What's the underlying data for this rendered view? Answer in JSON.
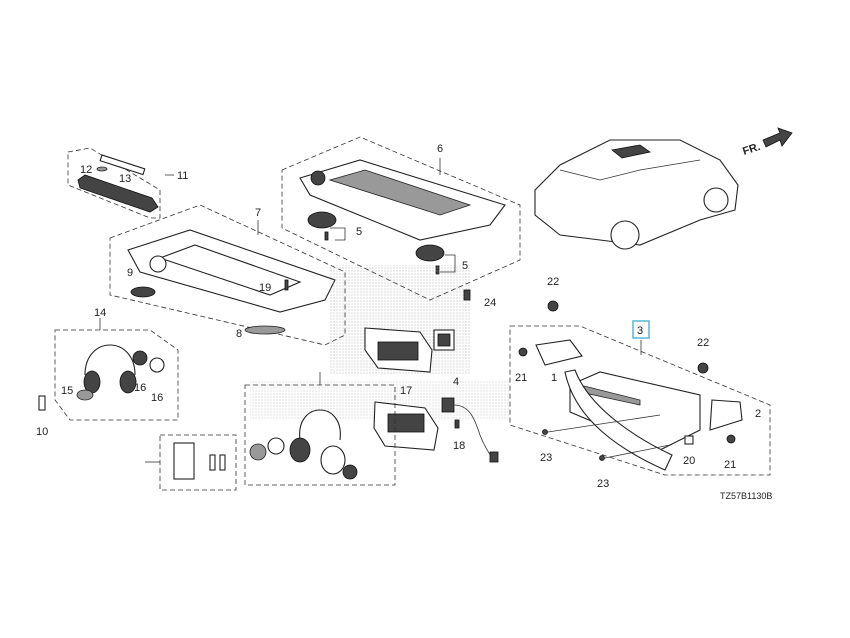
{
  "diagram": {
    "code": "TZ57B1130B",
    "direction_label": "FR.",
    "highlight_color": "#5bb6d6",
    "callouts": [
      {
        "id": "c12",
        "text": "12"
      },
      {
        "id": "c13",
        "text": "13"
      },
      {
        "id": "c11",
        "text": "11"
      },
      {
        "id": "c6",
        "text": "6"
      },
      {
        "id": "c7",
        "text": "7"
      },
      {
        "id": "c5a",
        "text": "5"
      },
      {
        "id": "c5b",
        "text": "5"
      },
      {
        "id": "c9",
        "text": "9"
      },
      {
        "id": "c19",
        "text": "19"
      },
      {
        "id": "c8",
        "text": "8"
      },
      {
        "id": "c24",
        "text": "24"
      },
      {
        "id": "c22a",
        "text": "22"
      },
      {
        "id": "c14",
        "text": "14"
      },
      {
        "id": "c3",
        "text": "3"
      },
      {
        "id": "c22b",
        "text": "22"
      },
      {
        "id": "c15",
        "text": "15"
      },
      {
        "id": "c16a",
        "text": "16"
      },
      {
        "id": "c16b",
        "text": "16"
      },
      {
        "id": "c10",
        "text": "10"
      },
      {
        "id": "c17",
        "text": "17"
      },
      {
        "id": "c4",
        "text": "4"
      },
      {
        "id": "c21a",
        "text": "21"
      },
      {
        "id": "c1",
        "text": "1"
      },
      {
        "id": "c2",
        "text": "2"
      },
      {
        "id": "c18",
        "text": "18"
      },
      {
        "id": "c23a",
        "text": "23"
      },
      {
        "id": "c20",
        "text": "20"
      },
      {
        "id": "c21b",
        "text": "21"
      },
      {
        "id": "c23b",
        "text": "23"
      }
    ]
  }
}
